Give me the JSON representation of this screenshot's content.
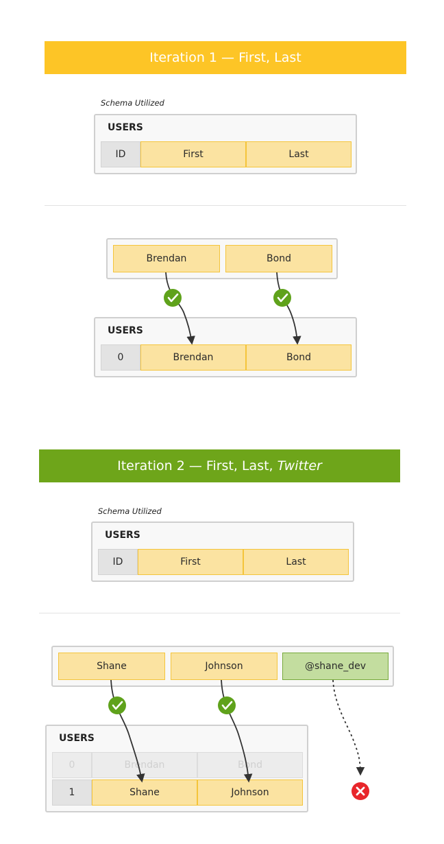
{
  "iteration1": {
    "title": "Iteration 1 — First, Last",
    "caption": "Schema Utilized",
    "schema": {
      "table": "USERS",
      "columns": [
        "ID",
        "First",
        "Last"
      ]
    },
    "input": [
      "Brendan",
      "Bond"
    ],
    "result": {
      "table": "USERS",
      "row": [
        "0",
        "Brendan",
        "Bond"
      ]
    }
  },
  "iteration2": {
    "title_prefix": "Iteration 2 — First, Last,",
    "title_emph": "Twitter",
    "caption": "Schema Utilized",
    "schema": {
      "table": "USERS",
      "columns": [
        "ID",
        "First",
        "Last"
      ]
    },
    "input": [
      "Shane",
      "Johnson",
      "@shane_dev"
    ],
    "result": {
      "table": "USERS",
      "rows": [
        [
          "0",
          "Brendan",
          "Bond"
        ],
        [
          "1",
          "Shane",
          "Johnson"
        ]
      ]
    }
  },
  "colors": {
    "banner1": "#fdc526",
    "banner2": "#6ea51a",
    "cell_yellow": "#fbe3a1",
    "cell_green": "#c3dd9f",
    "check": "#5fa21b",
    "error": "#e8262b"
  },
  "icons": [
    "check-icon",
    "error-icon",
    "arrow-icon"
  ]
}
